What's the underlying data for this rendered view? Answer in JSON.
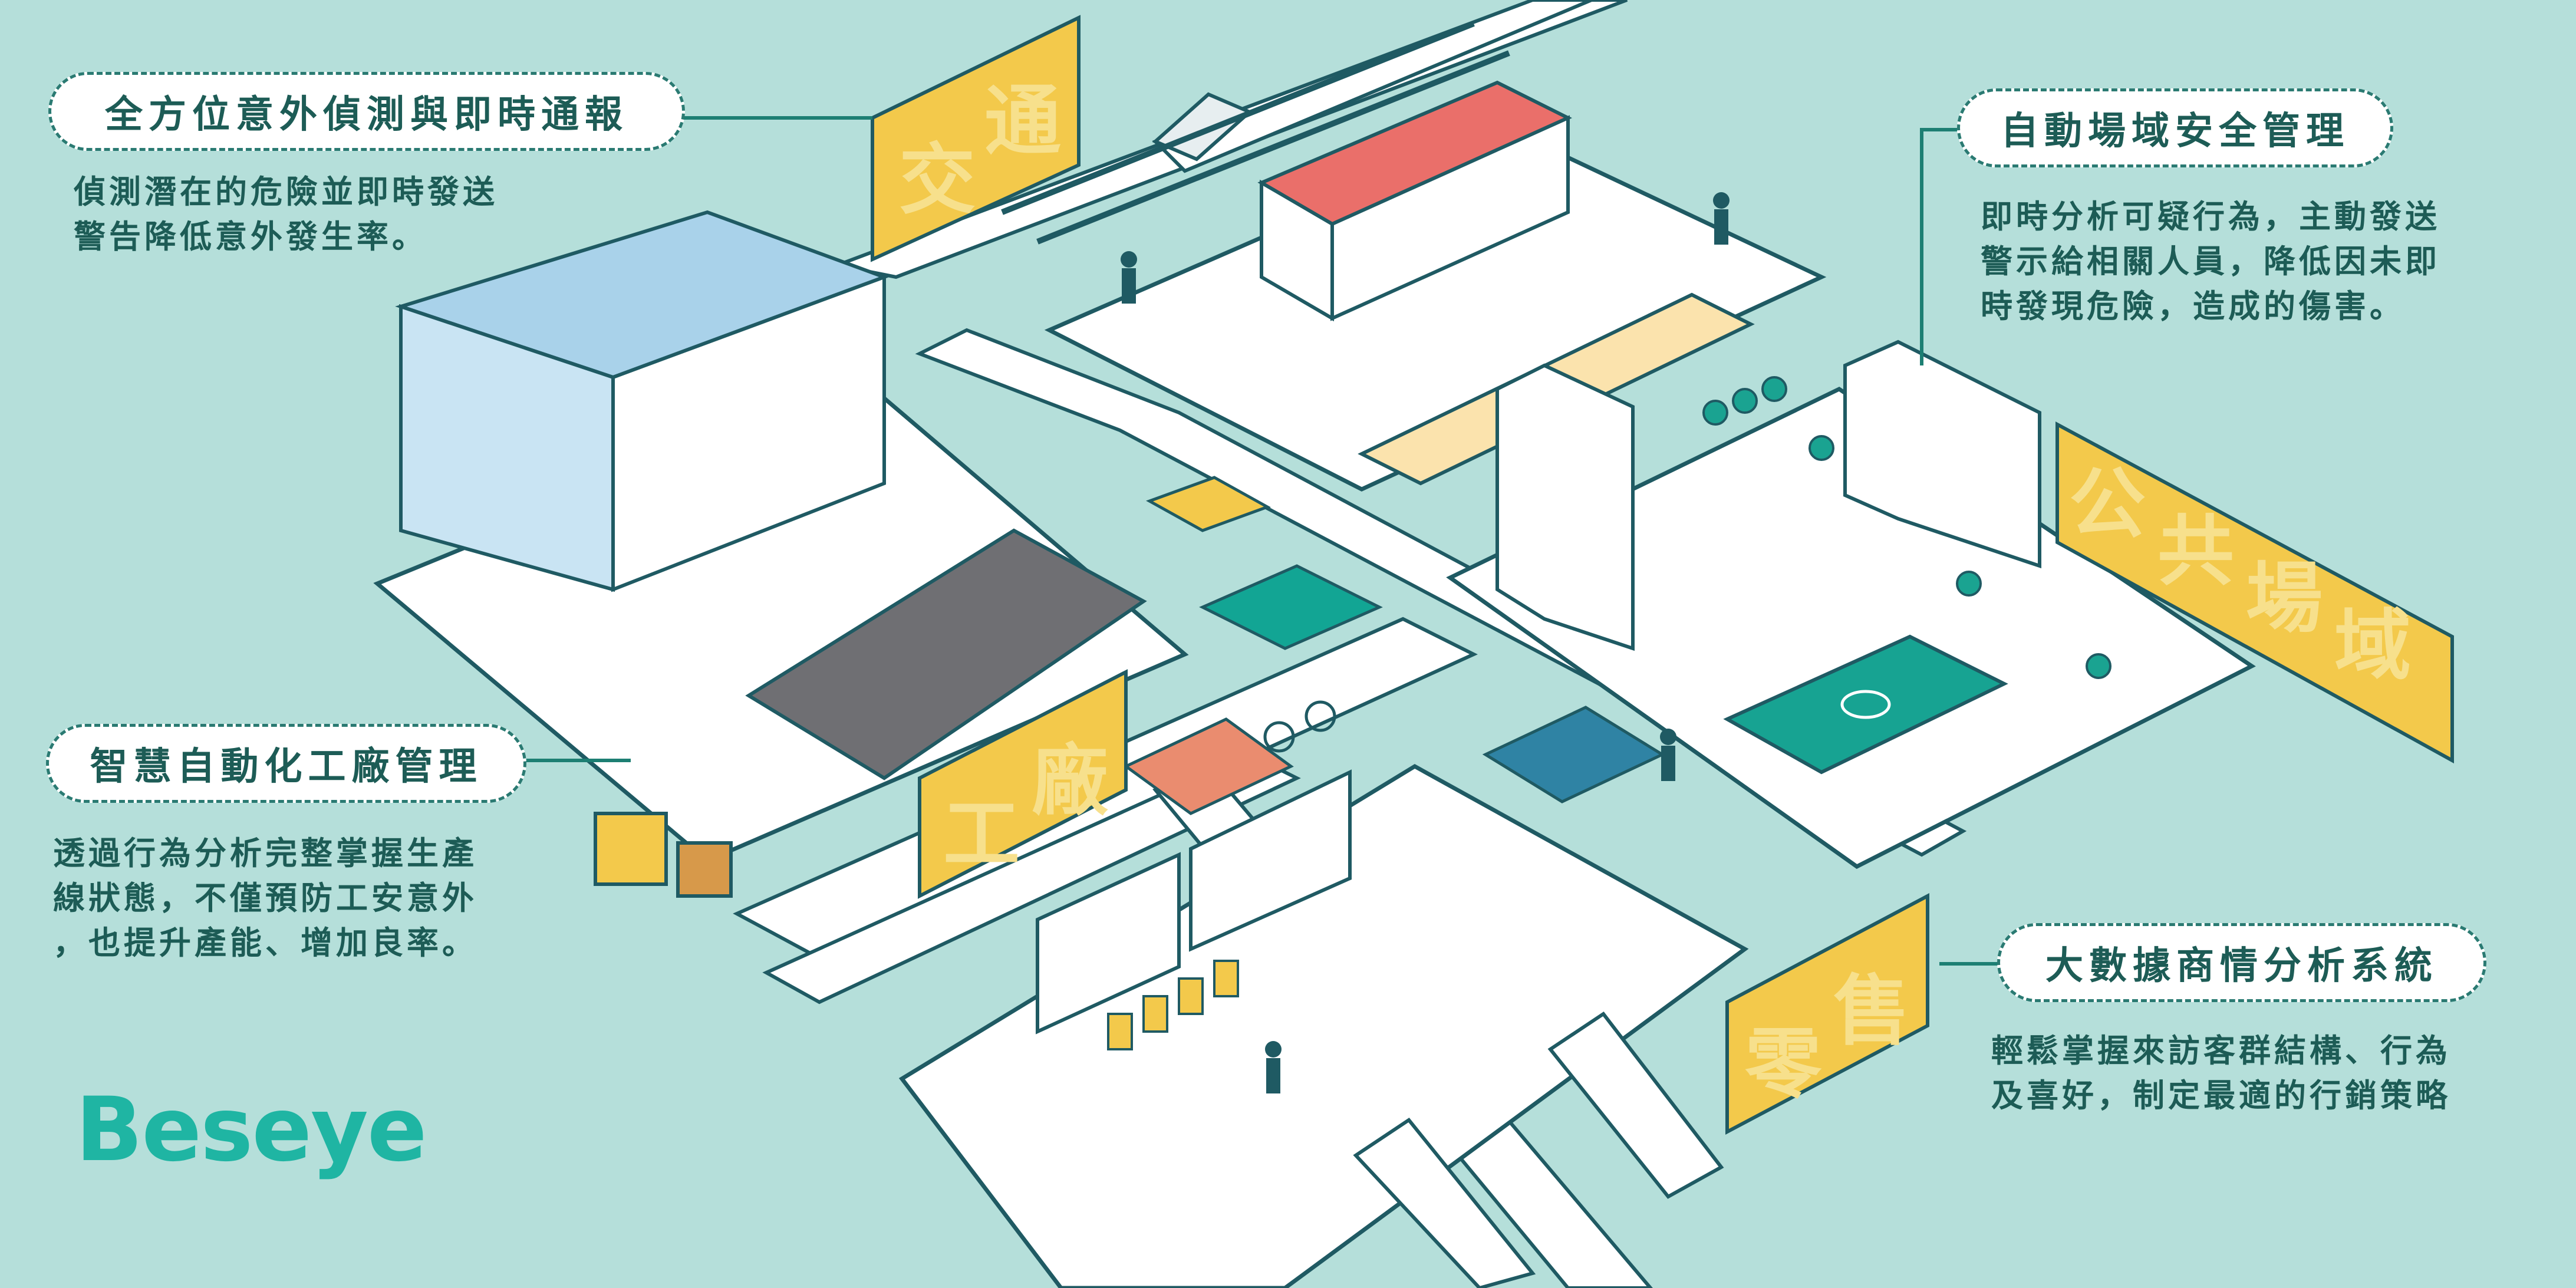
{
  "brand": {
    "logo_text": "Beseye"
  },
  "colors": {
    "background": "#b5dfda",
    "accent": "#1d5c56",
    "brand": "#1fb5a3",
    "sign_yellow": "#f3c94b",
    "sign_text": "#f7e08c"
  },
  "callouts": {
    "traffic": {
      "title": "全方位意外偵測與即時通報",
      "description": "偵測潛在的危險並即時發送\n警告降低意外發生率。"
    },
    "public": {
      "title": "自動場域安全管理",
      "description": "即時分析可疑行為，主動發送\n警示給相關人員，降低因未即\n時發現危險，造成的傷害。"
    },
    "factory": {
      "title": "智慧自動化工廠管理",
      "description": "透過行為分析完整掌握生產\n線狀態，不僅預防工安意外\n，也提升產能、增加良率。"
    },
    "retail": {
      "title": "大數據商情分析系統",
      "description": "輕鬆掌握來訪客群結構、行為\n及喜好，制定最適的行銷策略"
    }
  },
  "signs": {
    "traffic": [
      "交",
      "通"
    ],
    "public": [
      "公",
      "共",
      "場",
      "域"
    ],
    "factory": [
      "工",
      "廠"
    ],
    "retail": [
      "零",
      "售"
    ]
  },
  "illustration_icons": [
    "train-icon",
    "station-building-icon",
    "taxi-icon",
    "cyclist-icon",
    "forklift-icon",
    "escalator-icon",
    "apartment-building-icon",
    "soccer-field-icon",
    "clothing-rack-icon",
    "shelf-icon",
    "tree-icon",
    "person-icon",
    "warehouse-icon"
  ]
}
